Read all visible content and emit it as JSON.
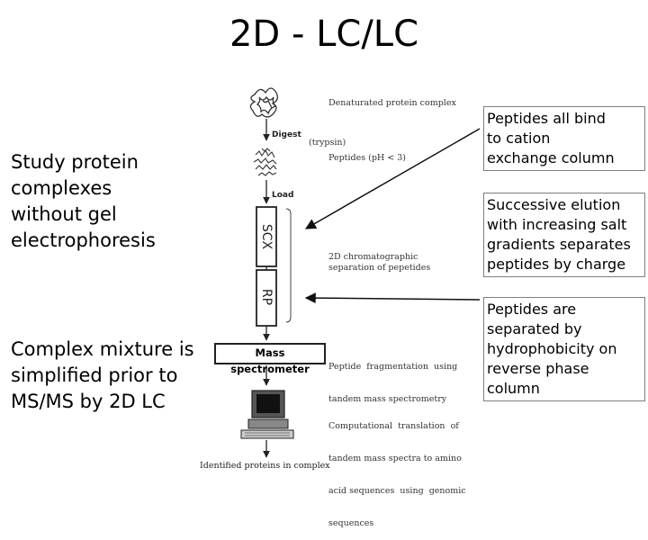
{
  "title": "2D - LC/LC",
  "left": {
    "text1": [
      "Study protein",
      "complexes",
      "without gel",
      "electrophoresis"
    ],
    "text2": [
      "Complex mixture is",
      "simplified prior to",
      "MS/MS by 2D LC"
    ]
  },
  "notes": {
    "note1": [
      "Peptides all bind",
      "to cation",
      "exchange column"
    ],
    "note2": [
      "Successive elution",
      "with increasing salt",
      "gradients separates",
      "peptides by charge"
    ],
    "note3": [
      "Peptides are",
      "separated by",
      "hydrophobicity on",
      "reverse phase",
      "column"
    ]
  },
  "diagram": {
    "denatured_label": "Denaturated protein complex",
    "digest_label": "Digest",
    "trypsin_label": "(trypsin)",
    "peptides_label": "Peptides (pH < 3)",
    "load_label": "Load",
    "scx_label": "SCX",
    "rp_label": "RP",
    "sep_label": [
      "2D chromatographic",
      "separation of pepetides"
    ],
    "ms_label": "Mass spectrometer",
    "frag_label": [
      "Peptide  fragmentation  using",
      "tandem mass spectrometry"
    ],
    "comp_label": [
      "Computational  translation  of",
      "tandem mass spectra to amino",
      "acid sequences  using  genomic",
      "sequences"
    ],
    "identified_label": "Identified proteins in complex"
  },
  "colors": {
    "text": "#000000",
    "box_border": "#7f7f7f",
    "diagram_line": "#222222"
  }
}
